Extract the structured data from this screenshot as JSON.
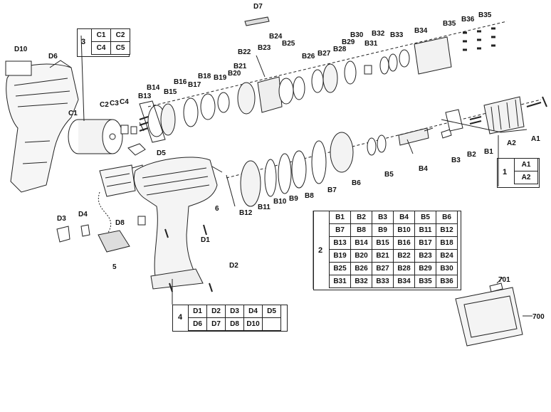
{
  "groups": {
    "g1": {
      "num": "1",
      "cells": [
        "A1",
        "A2"
      ]
    },
    "g2": {
      "num": "2",
      "cells": [
        "B1",
        "B2",
        "B3",
        "B4",
        "B5",
        "B6",
        "B7",
        "B8",
        "B9",
        "B10",
        "B11",
        "B12",
        "B13",
        "B14",
        "B15",
        "B16",
        "B17",
        "B18",
        "B19",
        "B20",
        "B21",
        "B22",
        "B23",
        "B24",
        "B25",
        "B26",
        "B27",
        "B28",
        "B29",
        "B30",
        "B31",
        "B32",
        "B33",
        "B34",
        "B35",
        "B36"
      ]
    },
    "g3": {
      "num": "3",
      "cells": [
        "C1",
        "C2",
        "C4",
        "C5"
      ]
    },
    "g4": {
      "num": "4",
      "cells": [
        "D1",
        "D2",
        "D3",
        "D4",
        "D5",
        "D6",
        "D7",
        "D8",
        "D10",
        ""
      ]
    }
  },
  "callouts": {
    "d7": "D7",
    "d10": "D10",
    "d6": "D6",
    "c1": "C1",
    "c2": "C2",
    "c3": "C3",
    "c4": "C4",
    "d5": "D5",
    "d3": "D3",
    "d4": "D4",
    "n5": "5",
    "d8": "D8",
    "d1": "D1",
    "d2": "D2",
    "n6": "6",
    "b12": "B12",
    "b11": "B11",
    "b10": "B10",
    "b9": "B9",
    "b8": "B8",
    "b7": "B7",
    "b6": "B6",
    "b5": "B5",
    "b4": "B4",
    "b3": "B3",
    "b2": "B2",
    "b1": "B1",
    "a2": "A2",
    "a1": "A1",
    "b13": "B13",
    "b14": "B14",
    "b15": "B15",
    "b16": "B16",
    "b17": "B17",
    "b18": "B18",
    "b19": "B19",
    "b20": "B20",
    "b21": "B21",
    "b22": "B22",
    "b23": "B23",
    "b24": "B24",
    "b25": "B25",
    "b26": "B26",
    "b27": "B27",
    "b28": "B28",
    "b29": "B29",
    "b30": "B30",
    "b31": "B31",
    "b32": "B32",
    "b33": "B33",
    "b34": "B34",
    "b35a": "B35",
    "b36": "B36",
    "b35b": "B35",
    "n701": "701",
    "n700": "700"
  }
}
